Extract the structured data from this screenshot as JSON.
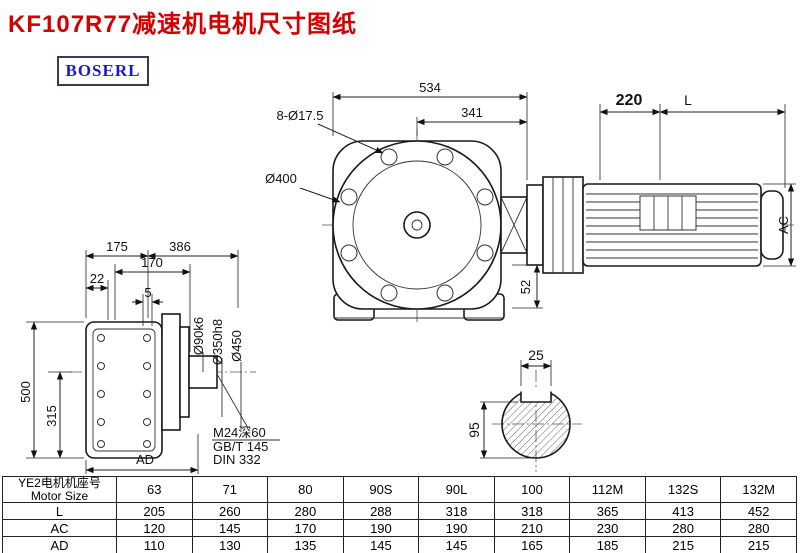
{
  "page": {
    "title": "KF107R77减速机电机尺寸图纸",
    "logo": "BOSERL"
  },
  "front_view": {
    "dim_total": "534",
    "dim_341": "341",
    "dim_bolts": "8-Ø17.5",
    "dim_flange": "Ø400",
    "dim_220": "220",
    "dim_L": "L",
    "dim_AC": "AC",
    "dim_52": "52"
  },
  "side_view": {
    "dim_175": "175",
    "dim_386": "386",
    "dim_170": "170",
    "dim_22": "22",
    "dim_5": "5",
    "dim_500": "500",
    "dim_315": "315",
    "dim_shaft": "Ø90k6",
    "dim_spigot": "Ø350h8",
    "dim_flange_od": "Ø450",
    "dim_AD": "AD",
    "note_1": "M24深60",
    "note_2": "GB/T 145",
    "note_3": "DIN 332"
  },
  "section_view": {
    "dim_key": "25",
    "dim_bore": "95"
  },
  "table": {
    "header_cn": "YE2电机机座号",
    "header_en": "Motor Size",
    "sizes": [
      "63",
      "71",
      "80",
      "90S",
      "90L",
      "100",
      "112M",
      "132S",
      "132M"
    ],
    "rows": [
      {
        "label": "L",
        "values": [
          "205",
          "260",
          "280",
          "288",
          "318",
          "318",
          "365",
          "413",
          "452"
        ]
      },
      {
        "label": "AC",
        "values": [
          "120",
          "145",
          "170",
          "190",
          "190",
          "210",
          "230",
          "280",
          "280"
        ]
      },
      {
        "label": "AD",
        "values": [
          "110",
          "130",
          "135",
          "145",
          "145",
          "165",
          "185",
          "215",
          "215"
        ]
      }
    ]
  }
}
